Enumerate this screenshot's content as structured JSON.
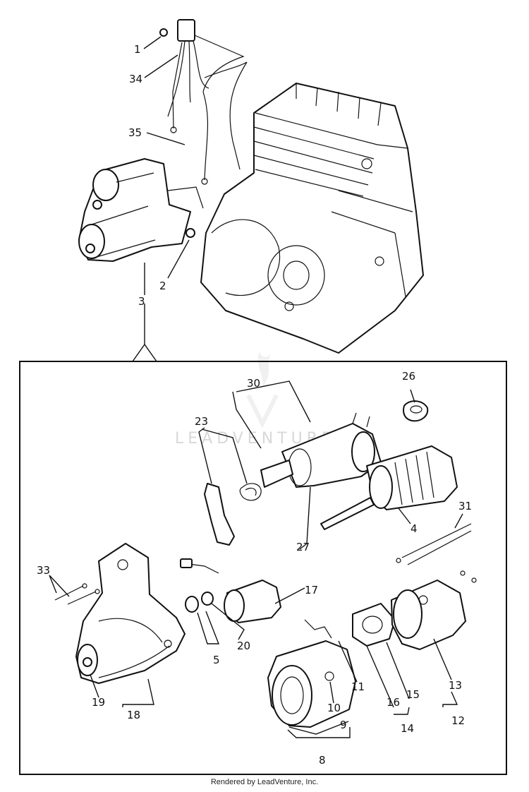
{
  "callouts": [
    {
      "id": "c1",
      "text": "1"
    },
    {
      "id": "c34",
      "text": "34"
    },
    {
      "id": "c35",
      "text": "35"
    },
    {
      "id": "c2",
      "text": "2"
    },
    {
      "id": "c3",
      "text": "3"
    },
    {
      "id": "c26",
      "text": "26"
    },
    {
      "id": "c30",
      "text": "30"
    },
    {
      "id": "c23",
      "text": "23"
    },
    {
      "id": "c4",
      "text": "4"
    },
    {
      "id": "c31",
      "text": "31"
    },
    {
      "id": "c27",
      "text": "27"
    },
    {
      "id": "c17",
      "text": "17"
    },
    {
      "id": "c33",
      "text": "33"
    },
    {
      "id": "c5",
      "text": "5"
    },
    {
      "id": "c20",
      "text": "20"
    },
    {
      "id": "c19",
      "text": "19"
    },
    {
      "id": "c18",
      "text": "18"
    },
    {
      "id": "c10",
      "text": "10"
    },
    {
      "id": "c11",
      "text": "11"
    },
    {
      "id": "c16",
      "text": "16"
    },
    {
      "id": "c15",
      "text": "15"
    },
    {
      "id": "c13",
      "text": "13"
    },
    {
      "id": "c9",
      "text": "9"
    },
    {
      "id": "c14",
      "text": "14"
    },
    {
      "id": "c12",
      "text": "12"
    },
    {
      "id": "c8",
      "text": "8"
    }
  ],
  "watermark": "LEADVENTURE",
  "footer": "Rendered by LeadVenture, Inc."
}
